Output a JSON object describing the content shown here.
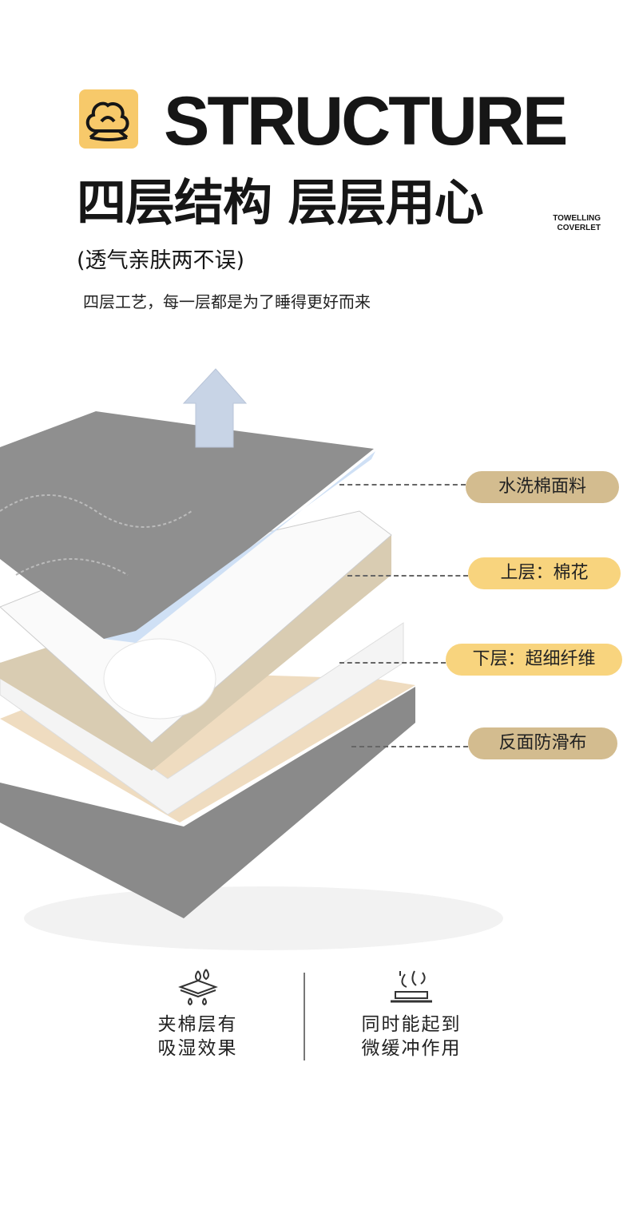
{
  "header": {
    "title_en": "STRUCTURE",
    "title_cn": "四层结构 层层用心",
    "tag_line1": "TOWELLING",
    "tag_line2": "COVERLET",
    "subtitle": "(透气亲肤两不误)",
    "description": "四层工艺，每一层都是为了睡得更好而来"
  },
  "layers": [
    {
      "label": "水洗棉面料",
      "color": "#d3bc8f"
    },
    {
      "label": "上层：棉花",
      "color": "#f8d47e"
    },
    {
      "label": "下层：超细纤维",
      "color": "#f8d47e"
    },
    {
      "label": "反面防滑布",
      "color": "#d3bc8f"
    }
  ],
  "features": [
    {
      "icon": "water-absorb-icon",
      "line1": "夹棉层有",
      "line2": "吸湿效果"
    },
    {
      "icon": "cushion-heat-icon",
      "line1": "同时能起到",
      "line2": "微缓冲作用"
    }
  ]
}
